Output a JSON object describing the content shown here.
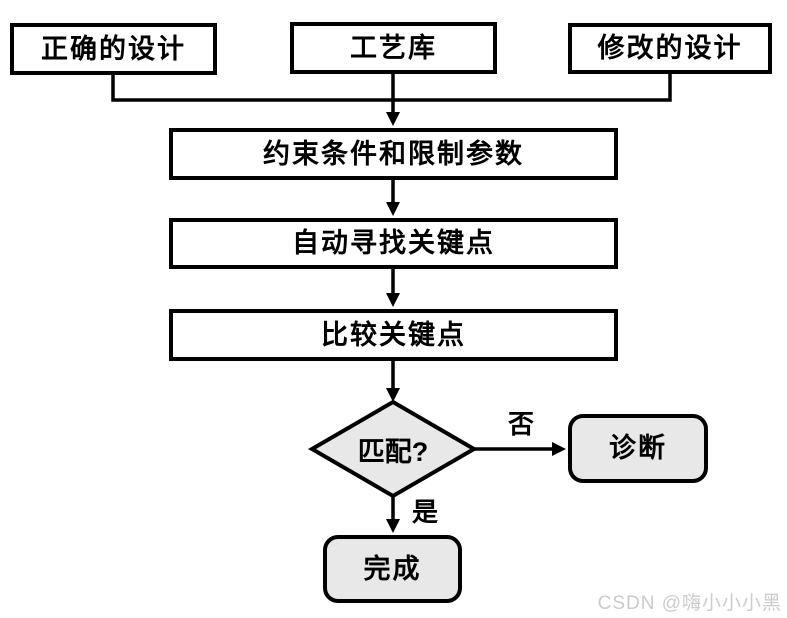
{
  "flowchart": {
    "nodes": {
      "correct_design": "正确的设计",
      "process_library": "工艺库",
      "modified_design": "修改的设计",
      "constraints": "约束条件和限制参数",
      "find_keypoints": "自动寻找关键点",
      "compare_keypoints": "比较关键点",
      "match_decision": "匹配?",
      "diagnosis": "诊断",
      "complete": "完成"
    },
    "edge_labels": {
      "no": "否",
      "yes": "是"
    },
    "colors": {
      "line": "#000000",
      "node_border": "#000000",
      "process_fill": "#ffffff",
      "terminal_fill": "#e8e8e8",
      "background": "#ffffff",
      "watermark": "#cbcbcb"
    }
  },
  "watermark": {
    "text": "CSDN @嗨小小小黑"
  }
}
